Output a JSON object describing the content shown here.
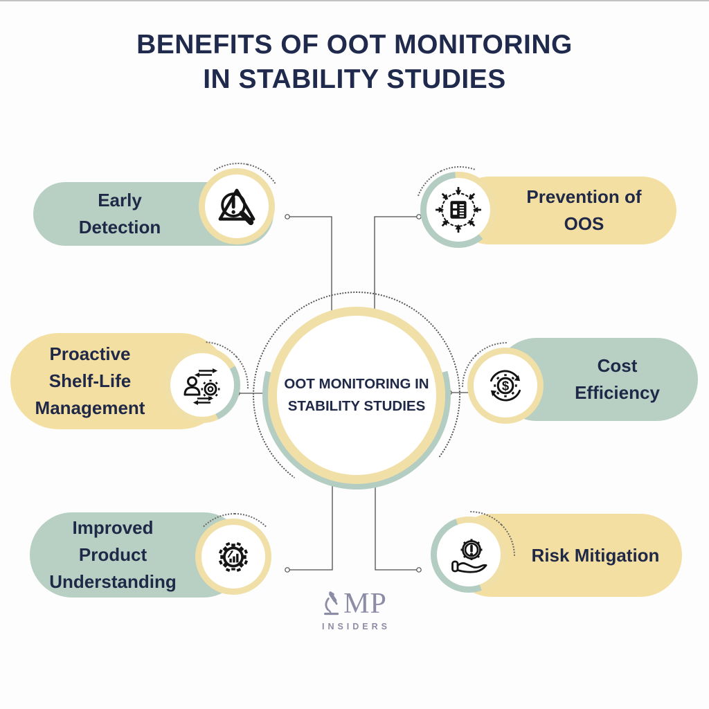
{
  "title": {
    "line1": "BENEFITS OF OOT MONITORING",
    "line2": "IN STABILITY STUDIES"
  },
  "center": {
    "label_line1": "OOT MONITORING IN",
    "label_line2": "STABILITY STUDIES"
  },
  "benefits": [
    {
      "id": "early-detection",
      "lines": [
        "Early",
        "Detection"
      ],
      "icon": "magnifier-alert-icon",
      "pill_color": "#b8cfc4"
    },
    {
      "id": "prevention-of-oos",
      "lines": [
        "Prevention of",
        "OOS"
      ],
      "icon": "document-inward-arrows-icon",
      "pill_color": "#f4dfa3"
    },
    {
      "id": "proactive-shelf-life-management",
      "lines": [
        "Proactive",
        "Shelf-Life",
        "Management"
      ],
      "icon": "person-gear-sync-icon",
      "pill_color": "#f4dfa3"
    },
    {
      "id": "cost-efficiency",
      "lines": [
        "Cost",
        "Efficiency"
      ],
      "icon": "dollar-gear-cycle-icon",
      "pill_color": "#b8cfc4"
    },
    {
      "id": "improved-product-understanding",
      "lines": [
        "Improved",
        "Product",
        "Understanding"
      ],
      "icon": "gear-growth-chart-icon",
      "pill_color": "#b8cfc4"
    },
    {
      "id": "risk-mitigation",
      "lines": [
        "Risk Mitigation"
      ],
      "icon": "hand-gear-alert-icon",
      "pill_color": "#f4dfa3"
    }
  ],
  "logo": {
    "initials": "MP",
    "subtitle": "INSIDERS"
  },
  "colors": {
    "green_pill": "#b8cfc4",
    "yellow_pill": "#f4dfa3",
    "navy_text": "#1f2947",
    "ring_cream": "#f1dfa8",
    "ring_green": "#b3cdc2",
    "connector": "#4d4d4d",
    "logo_gray": "#8d8ca6",
    "background": "#fdfdfd"
  }
}
